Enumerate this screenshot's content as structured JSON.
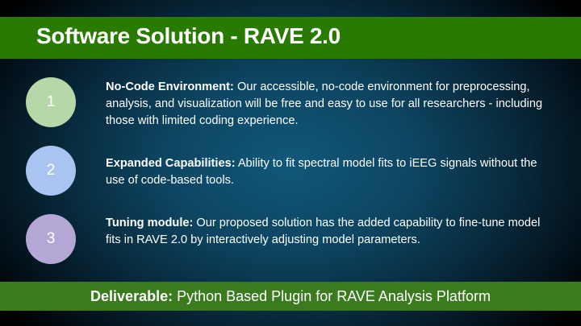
{
  "slide": {
    "title": "Software Solution - RAVE 2.0",
    "colors": {
      "top_banner": "#297a00",
      "bottom_banner": "#3b7a1f",
      "background_center": "#11587a",
      "background_edge": "#000000"
    },
    "items": [
      {
        "number": "1",
        "circle_color": "#b6d7a8",
        "heading": "No-Code Environment:",
        "body": "Our accessible, no-code environment for preprocessing, analysis, and visualization will be free and easy to use for all researchers - including those with limited coding experience."
      },
      {
        "number": "2",
        "circle_color": "#a9c4f0",
        "heading": "Expanded Capabilities:",
        "body": "Ability to fit spectral model fits to iEEG signals without the use of code-based tools."
      },
      {
        "number": "3",
        "circle_color": "#b4a7d6",
        "heading": "Tuning module:",
        "body": "Our proposed solution has the added capability to fine-tune model fits in RAVE 2.0 by interactively adjusting model parameters."
      }
    ],
    "deliverable": {
      "label": "Deliverable:",
      "text": "Python Based Plugin for RAVE Analysis Platform"
    }
  }
}
